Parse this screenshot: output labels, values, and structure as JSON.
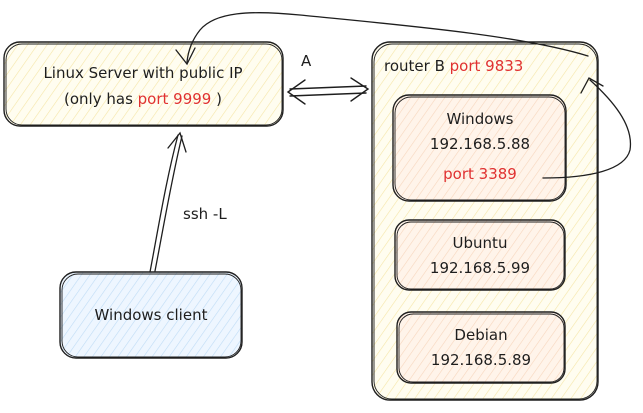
{
  "linux_server": {
    "line1": "Linux Server with public IP",
    "line2_prefix": "(only has ",
    "line2_port": "port 9999",
    "line2_suffix": " )"
  },
  "arrow_a_label": "A",
  "router": {
    "title": "router B",
    "port": "port 9833"
  },
  "windows_host": {
    "name": "Windows",
    "ip": "192.168.5.88",
    "port": "port 3389"
  },
  "ubuntu_host": {
    "name": "Ubuntu",
    "ip": "192.168.5.99"
  },
  "debian_host": {
    "name": "Debian",
    "ip": "192.168.5.89"
  },
  "ssh_label": "ssh -L",
  "windows_client": {
    "label": "Windows client"
  },
  "colors": {
    "stroke": "#1e1e1e",
    "server_fill": "#fff9db",
    "router_fill": "#fff9db",
    "host_fill": "#ffe8cc",
    "client_fill": "#d0ebff",
    "port_text": "#e03131"
  }
}
